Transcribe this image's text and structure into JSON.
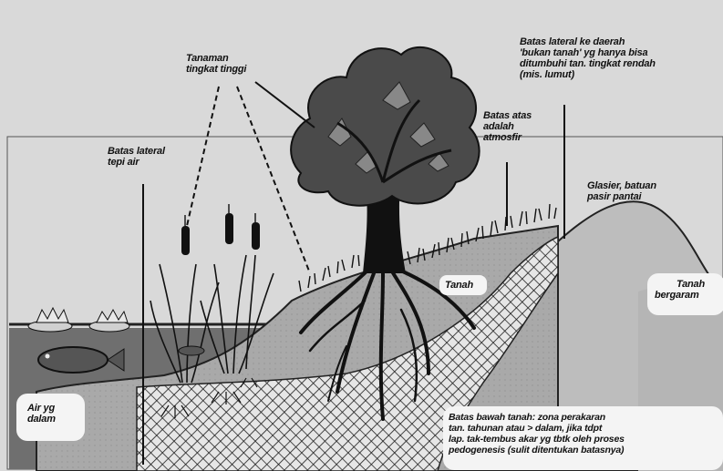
{
  "labels": {
    "tanaman_tingkat_tinggi": [
      "Tanaman",
      "tingkat tinggi"
    ],
    "batas_lateral_tepi_air": [
      "Batas lateral",
      "tepi air"
    ],
    "batas_lateral_bukan_tanah": [
      "Batas lateral ke daerah",
      "'bukan tanah' yg hanya bisa",
      "ditumbuhi tan. tingkat rendah",
      "(mis. lumut)"
    ],
    "batas_atas": [
      "Batas atas",
      "adalah",
      "atmosfir"
    ],
    "glasier": [
      "Glasier, batuan",
      "pasir pantai"
    ],
    "tanah": [
      "Tanah"
    ],
    "tanah_bergaram": [
      "Tanah",
      "bergaram"
    ],
    "air_dalam": [
      "Air yg",
      "dalam"
    ],
    "batas_bawah": [
      "Batas bawah tanah: zona perakaran",
      "tan. tahunan atau > dalam, jika tdpt",
      "lap. tak-tembus akar yg tbtk oleh proses",
      "pedogenesis (sulit ditentukan batasnya)"
    ]
  },
  "colors": {
    "background": "#d9d9d9",
    "water": "#6f6f6f",
    "ground": "#a9a9a9",
    "hill": "#bdbdbd",
    "ink": "#111111"
  }
}
